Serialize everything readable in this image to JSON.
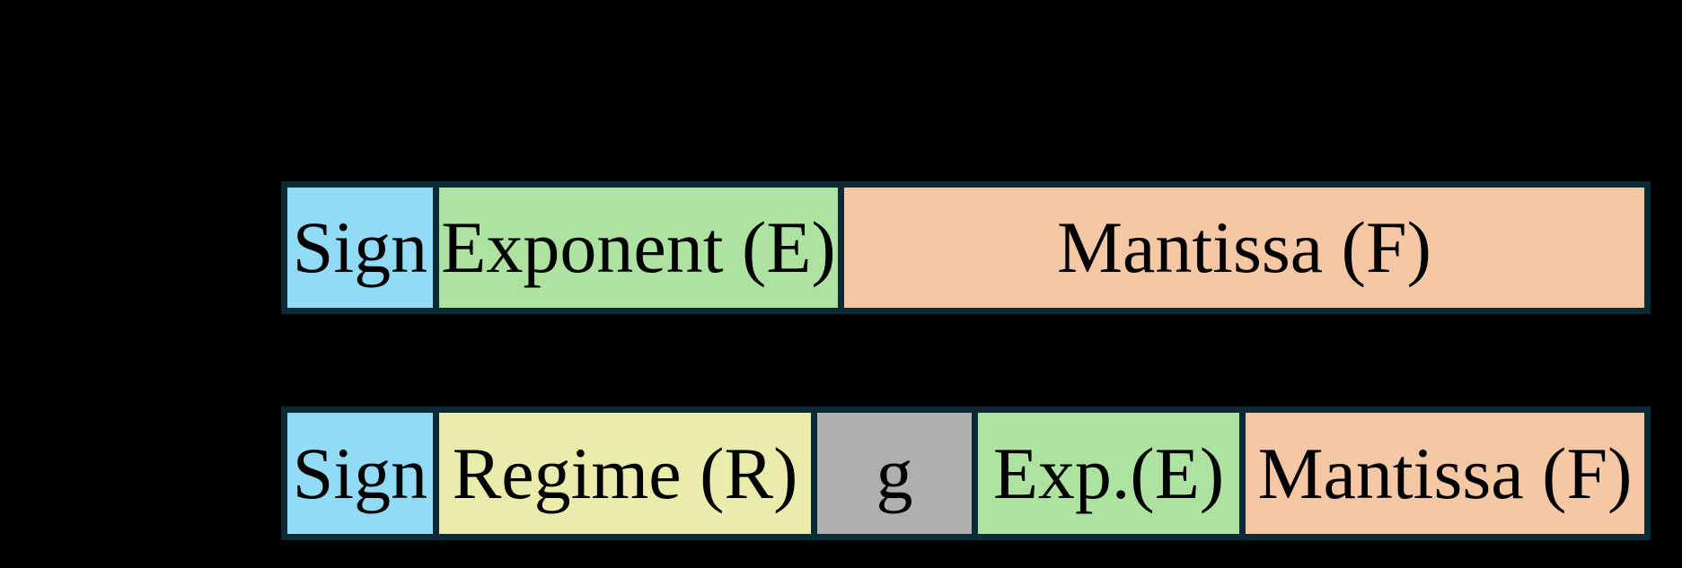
{
  "colors": {
    "background": "#000000",
    "border": "#0c2936",
    "text": "#000000",
    "sign": "#92dbf7",
    "exponent": "#aee2a0",
    "mantissa": "#f5c7a5",
    "regime": "#e9ecab",
    "guard": "#afafaf"
  },
  "rows": [
    {
      "fields": [
        {
          "label": "Sign"
        },
        {
          "label": "Exponent (E)"
        },
        {
          "label": "Mantissa (F)"
        }
      ]
    },
    {
      "fields": [
        {
          "label": "Sign"
        },
        {
          "label": "Regime (R)"
        },
        {
          "label": "g"
        },
        {
          "label": "Exp.(E)"
        },
        {
          "label": "Mantissa (F)"
        }
      ]
    }
  ]
}
